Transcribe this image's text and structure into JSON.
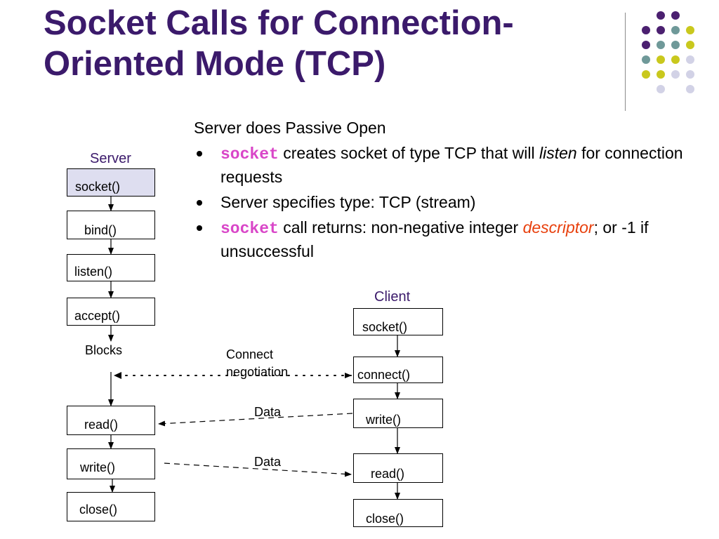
{
  "slide": {
    "title_line1": "Socket Calls for Connection-",
    "title_line2": "Oriented Mode (TCP)"
  },
  "decoration": {
    "dot_colors": {
      "purple": "#4b2070",
      "teal": "#6f9999",
      "yellow": "#c9c81d",
      "lavender": "#d2d2e6"
    }
  },
  "bullets": {
    "lead": "Server does Passive Open",
    "items": [
      {
        "keyword": "socket",
        "text_a": " creates socket of type TCP that will ",
        "emph": "listen",
        "text_b": " for connection requests"
      },
      {
        "text": "Server specifies type: TCP (stream)"
      },
      {
        "keyword": "socket",
        "text_a": " call returns:  non-negative integer ",
        "emph": "descriptor",
        "text_b": "; or -1 if unsuccessful"
      }
    ]
  },
  "server": {
    "label": "Server",
    "socket": "socket()",
    "bind": "bind()",
    "listen": "listen()",
    "accept": "accept()",
    "blocks": "Blocks",
    "read": "read()",
    "write": "write()",
    "close": "close()"
  },
  "client": {
    "label": "Client",
    "socket": "socket()",
    "connect": "connect()",
    "write": "write()",
    "read": "read()",
    "close": "close()"
  },
  "messages": {
    "connect_line1": "Connect",
    "connect_line2": "negotiation",
    "data_1": "Data",
    "data_2": "Data"
  }
}
